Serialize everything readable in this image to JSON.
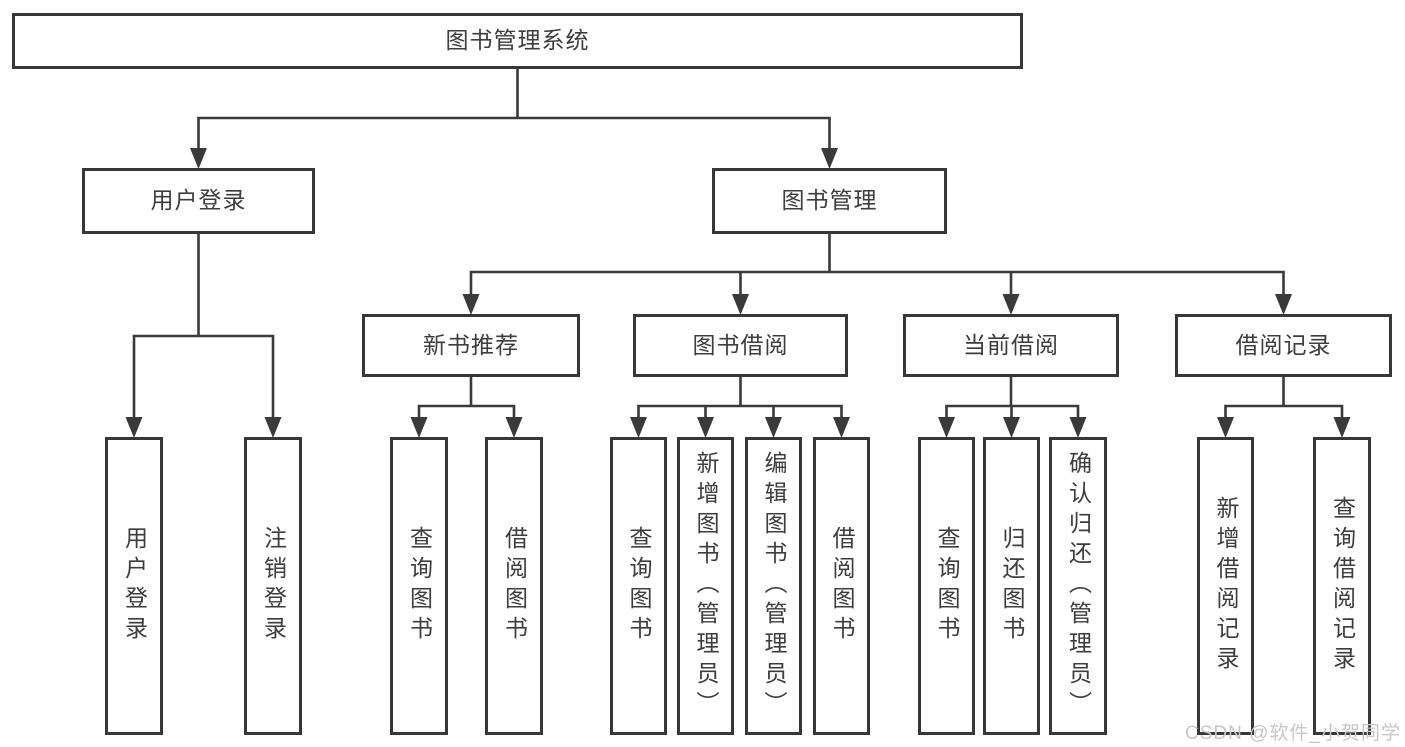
{
  "page": {
    "background": "#ffffff"
  },
  "watermark": {
    "text": "CSDN @软件_小贺同学",
    "color": "#c7c7c7"
  },
  "diagram": {
    "type": "hierarchy-tree",
    "line_color": "#3a3a3a",
    "box_border_color": "#373737",
    "text_color": "#3d3d3d",
    "nodes": [
      {
        "id": "root",
        "label": "图书管理系统",
        "level": 1,
        "text_direction": "horizontal"
      },
      {
        "id": "user-login",
        "label": "用户登录",
        "level": 2,
        "text_direction": "horizontal"
      },
      {
        "id": "book-mgmt",
        "label": "图书管理",
        "level": 2,
        "text_direction": "horizontal"
      },
      {
        "id": "new-book-rec",
        "label": "新书推荐",
        "level": 3,
        "text_direction": "horizontal"
      },
      {
        "id": "book-borrow",
        "label": "图书借阅",
        "level": 3,
        "text_direction": "horizontal"
      },
      {
        "id": "current-borrow",
        "label": "当前借阅",
        "level": 3,
        "text_direction": "horizontal"
      },
      {
        "id": "borrow-records",
        "label": "借阅记录",
        "level": 3,
        "text_direction": "horizontal"
      },
      {
        "id": "leaf-user-login",
        "label": "用户登录",
        "level": 4,
        "text_direction": "vertical"
      },
      {
        "id": "leaf-logout",
        "label": "注销登录",
        "level": 4,
        "text_direction": "vertical"
      },
      {
        "id": "leaf-query-book-1",
        "label": "查询图书",
        "level": 4,
        "text_direction": "vertical"
      },
      {
        "id": "leaf-borrow-book-1",
        "label": "借阅图书",
        "level": 4,
        "text_direction": "vertical"
      },
      {
        "id": "leaf-query-book-2",
        "label": "查询图书",
        "level": 4,
        "text_direction": "vertical"
      },
      {
        "id": "leaf-add-book",
        "label": "新增图书（管理员）",
        "level": 4,
        "text_direction": "vertical"
      },
      {
        "id": "leaf-edit-book",
        "label": "编辑图书（管理员）",
        "level": 4,
        "text_direction": "vertical"
      },
      {
        "id": "leaf-borrow-book-2",
        "label": "借阅图书",
        "level": 4,
        "text_direction": "vertical"
      },
      {
        "id": "leaf-query-book-3",
        "label": "查询图书",
        "level": 4,
        "text_direction": "vertical"
      },
      {
        "id": "leaf-return-book",
        "label": "归还图书",
        "level": 4,
        "text_direction": "vertical"
      },
      {
        "id": "leaf-confirm-return",
        "label": "确认归还（管理员）",
        "level": 4,
        "text_direction": "vertical"
      },
      {
        "id": "leaf-add-record",
        "label": "新增借阅记录",
        "level": 4,
        "text_direction": "vertical"
      },
      {
        "id": "leaf-query-record",
        "label": "查询借阅记录",
        "level": 4,
        "text_direction": "vertical"
      }
    ],
    "edges": [
      {
        "from": "root",
        "to": [
          "user-login",
          "book-mgmt"
        ]
      },
      {
        "from": "user-login",
        "to": [
          "leaf-user-login",
          "leaf-logout"
        ]
      },
      {
        "from": "book-mgmt",
        "to": [
          "new-book-rec",
          "book-borrow",
          "current-borrow",
          "borrow-records"
        ]
      },
      {
        "from": "new-book-rec",
        "to": [
          "leaf-query-book-1",
          "leaf-borrow-book-1"
        ]
      },
      {
        "from": "book-borrow",
        "to": [
          "leaf-query-book-2",
          "leaf-add-book",
          "leaf-edit-book",
          "leaf-borrow-book-2"
        ]
      },
      {
        "from": "current-borrow",
        "to": [
          "leaf-query-book-3",
          "leaf-return-book",
          "leaf-confirm-return"
        ]
      },
      {
        "from": "borrow-records",
        "to": [
          "leaf-add-record",
          "leaf-query-record"
        ]
      }
    ]
  }
}
